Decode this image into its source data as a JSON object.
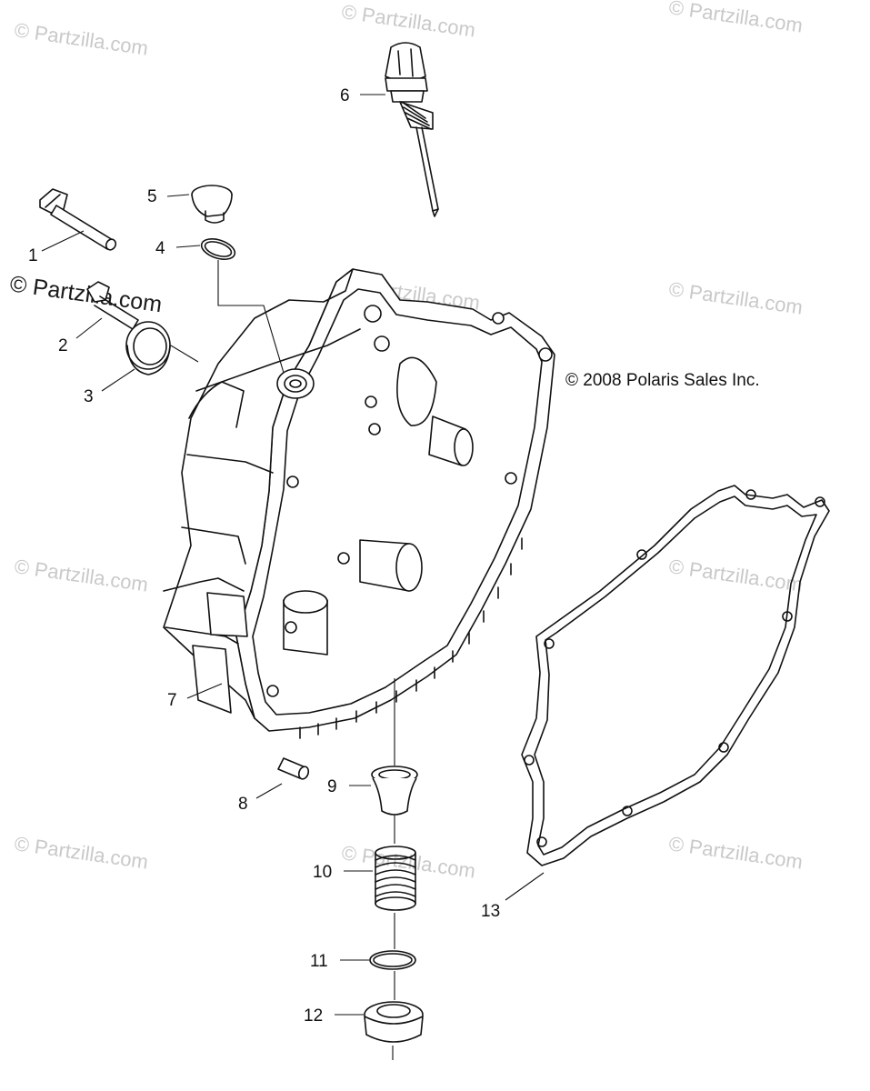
{
  "copyright": "© 2008 Polaris Sales Inc.",
  "watermark": "© Partzilla.com",
  "colors": {
    "line": "#111111",
    "watermark": "#c9c9c9",
    "background": "#ffffff"
  },
  "callouts": {
    "c1": "1",
    "c2": "2",
    "c3": "3",
    "c4": "4",
    "c5": "5",
    "c6": "6",
    "c7": "7",
    "c8": "8",
    "c9": "9",
    "c10": "10",
    "c11": "11",
    "c12": "12",
    "c13": "13"
  }
}
